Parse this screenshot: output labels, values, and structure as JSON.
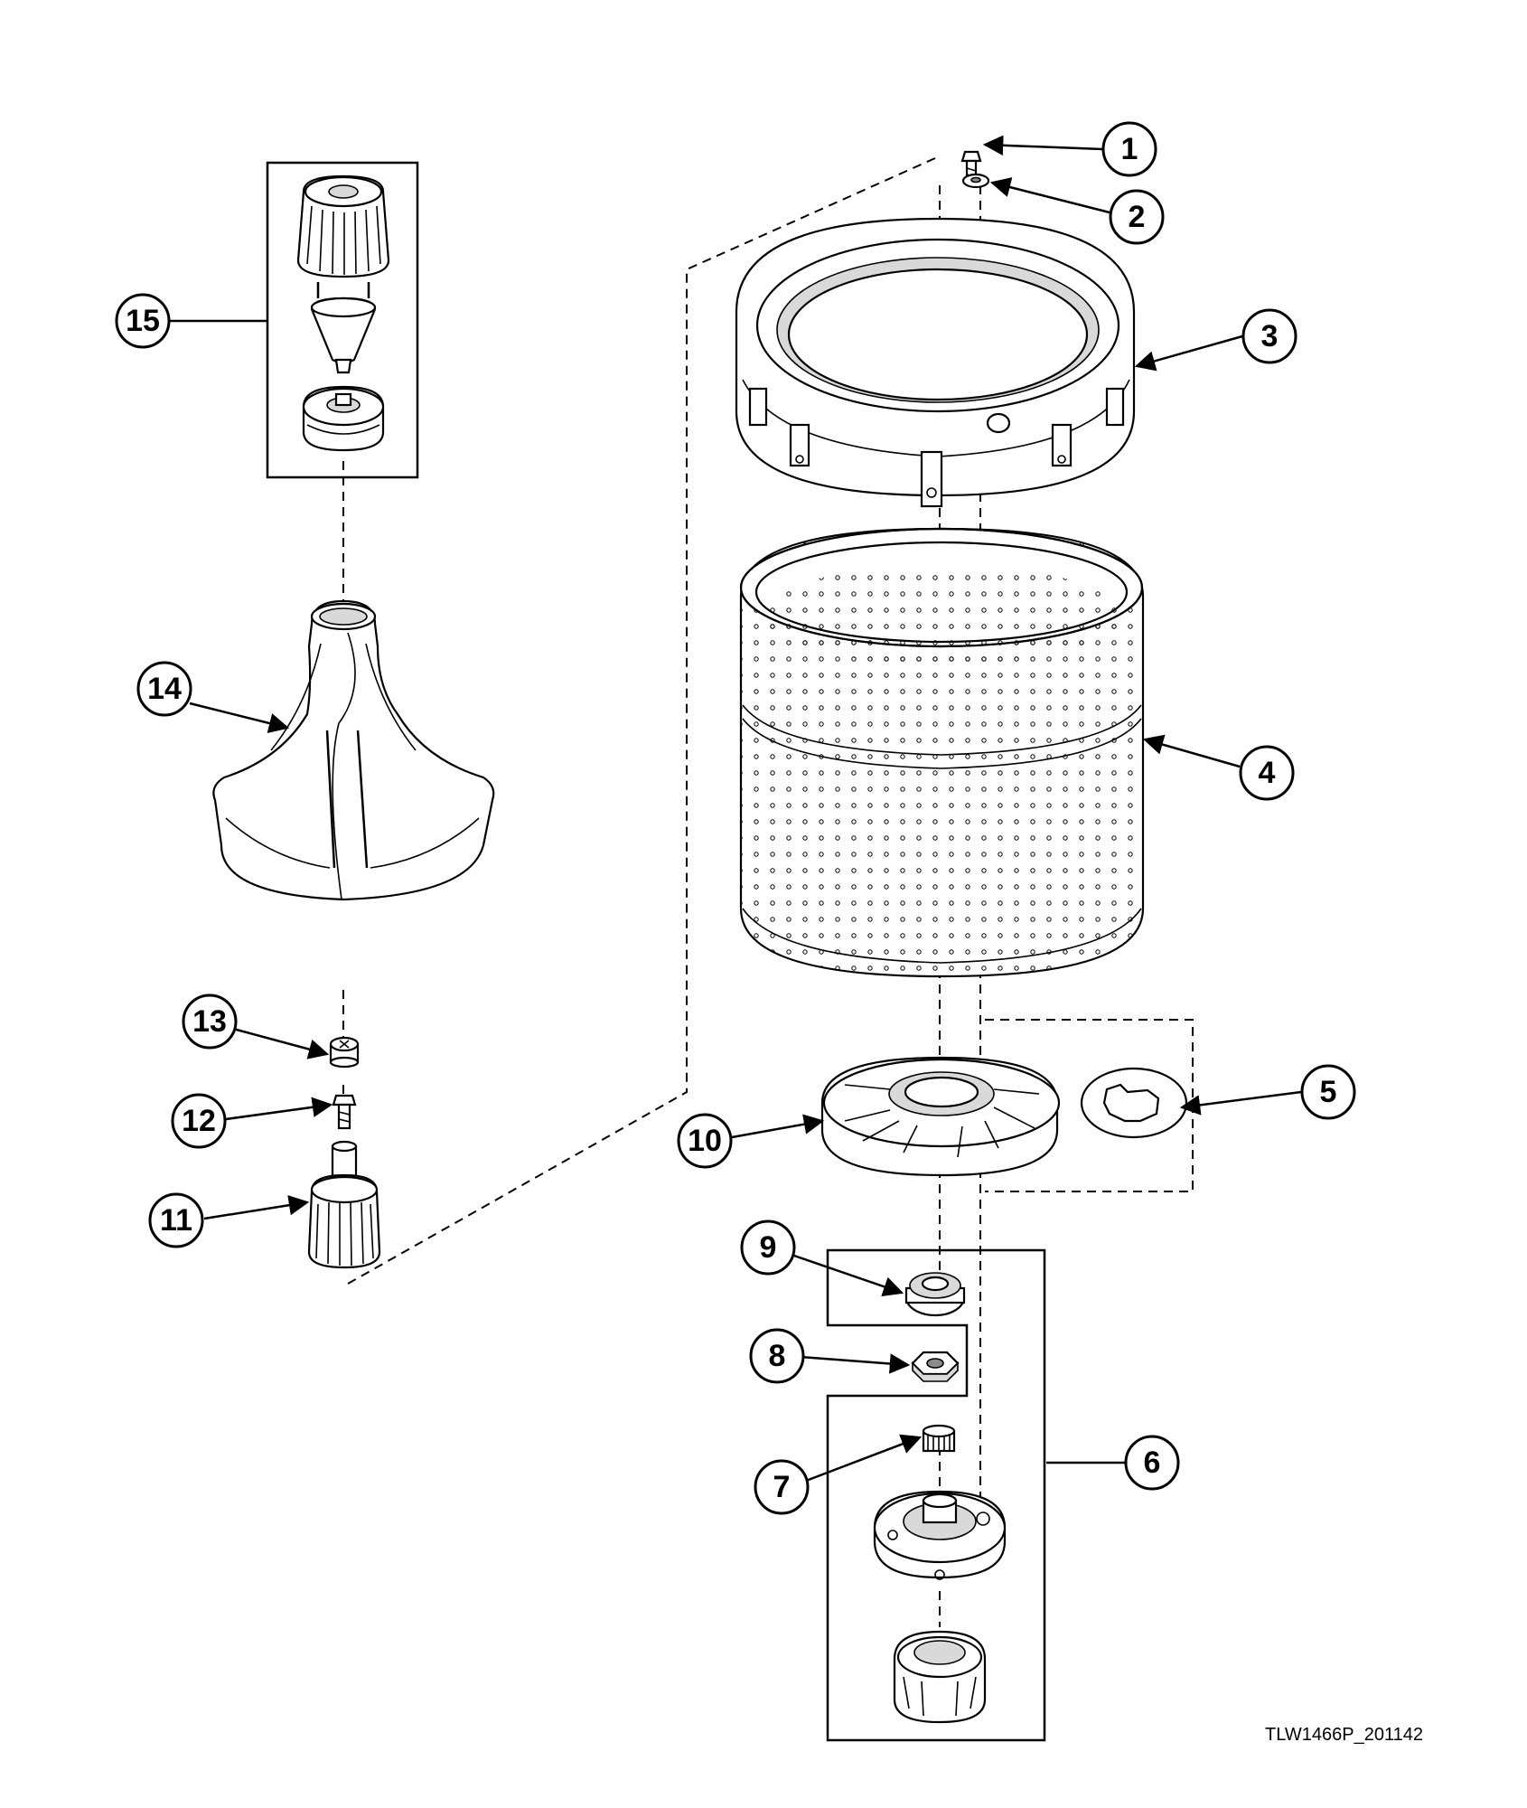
{
  "diagram": {
    "callouts": [
      {
        "id": "1",
        "label": "1"
      },
      {
        "id": "2",
        "label": "2"
      },
      {
        "id": "3",
        "label": "3"
      },
      {
        "id": "4",
        "label": "4"
      },
      {
        "id": "5",
        "label": "5"
      },
      {
        "id": "6",
        "label": "6"
      },
      {
        "id": "7",
        "label": "7"
      },
      {
        "id": "8",
        "label": "8"
      },
      {
        "id": "9",
        "label": "9"
      },
      {
        "id": "10",
        "label": "10"
      },
      {
        "id": "11",
        "label": "11"
      },
      {
        "id": "12",
        "label": "12"
      },
      {
        "id": "13",
        "label": "13"
      },
      {
        "id": "14",
        "label": "14"
      },
      {
        "id": "15",
        "label": "15"
      }
    ],
    "drawing_code": "TLW1466P_201142"
  },
  "colors": {
    "line": "#000000",
    "background": "#ffffff",
    "shade": "#d9d9d9"
  }
}
